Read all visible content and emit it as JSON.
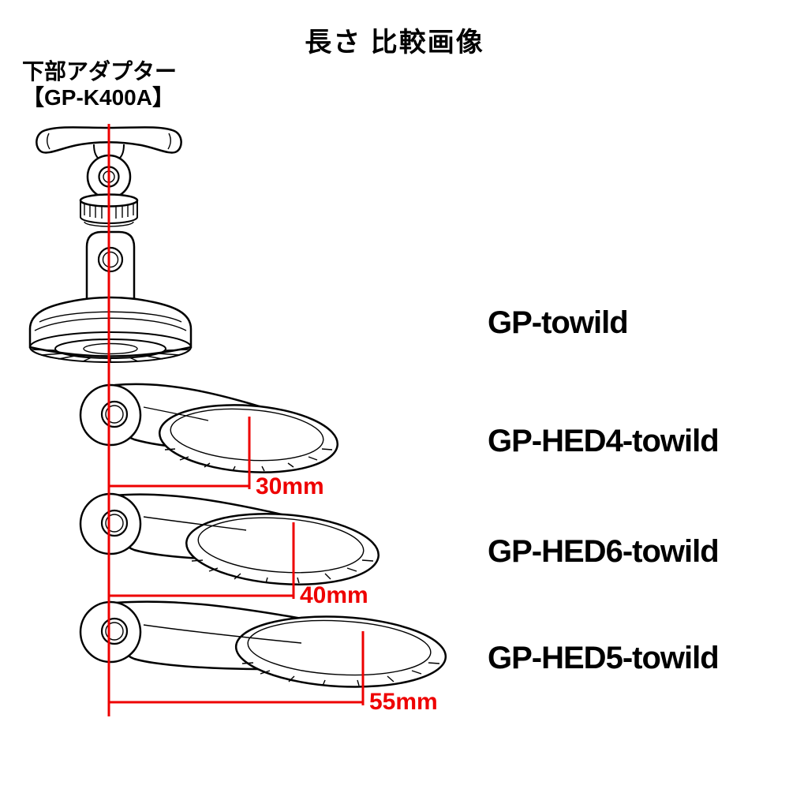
{
  "title": "長さ 比較画像",
  "adapter": {
    "name_line1": "下部アダプター",
    "name_line2": "【GP-K400A】"
  },
  "products": [
    {
      "label": "GP-towild"
    },
    {
      "label": "GP-HED4-towild",
      "length": "30mm"
    },
    {
      "label": "GP-HED6-towild",
      "length": "40mm"
    },
    {
      "label": "GP-HED5-towild",
      "length": "55mm"
    }
  ],
  "colors": {
    "measurement_red": "#ee0000",
    "line_art": "#000000",
    "background": "#ffffff"
  }
}
